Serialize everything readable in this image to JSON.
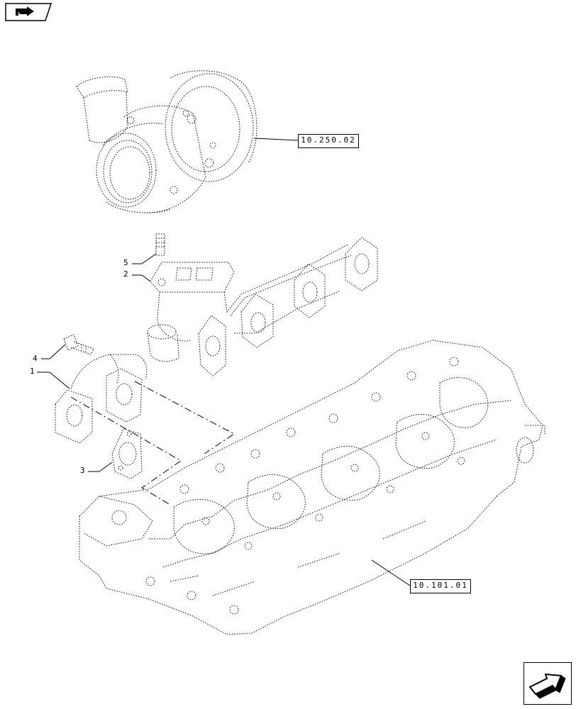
{
  "references": {
    "turbo_ref": "10.250.02",
    "engine_ref": "10.101.01"
  },
  "callouts": [
    "1",
    "2",
    "3",
    "4",
    "5"
  ],
  "icons": {
    "top_left": "bookmark-arrow-icon",
    "bottom_right": "next-page-arrow-icon"
  }
}
